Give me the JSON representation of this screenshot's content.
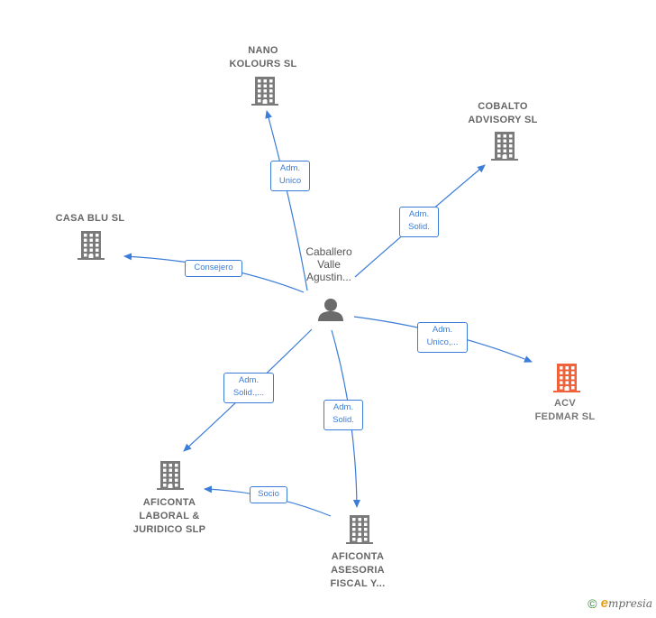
{
  "center_person": {
    "label": "Caballero\nValle\nAgustin...",
    "icon": "person-icon"
  },
  "companies": [
    {
      "id": "nano",
      "label": "NANO\nKOLOURS  SL",
      "icon": "building-icon",
      "color": "#7a7a7a"
    },
    {
      "id": "cobalto",
      "label": "COBALTO\nADVISORY  SL",
      "icon": "building-icon",
      "color": "#7a7a7a"
    },
    {
      "id": "casablu",
      "label": "CASA BLU  SL",
      "icon": "building-icon",
      "color": "#7a7a7a"
    },
    {
      "id": "acv",
      "label": "ACV\nFEDMAR  SL",
      "icon": "building-icon",
      "color": "#f0633a"
    },
    {
      "id": "aficonta_laboral",
      "label": "AFICONTA\nLABORAL &\nJURIDICO  SLP",
      "icon": "building-icon",
      "color": "#7a7a7a"
    },
    {
      "id": "aficonta_asesoria",
      "label": "AFICONTA\nASESORIA\nFISCAL Y...",
      "icon": "building-icon",
      "color": "#7a7a7a"
    }
  ],
  "relations": [
    {
      "from": "person",
      "to": "nano",
      "label": "Adm.\nUnico"
    },
    {
      "from": "person",
      "to": "cobalto",
      "label": "Adm.\nSolid."
    },
    {
      "from": "person",
      "to": "casablu",
      "label": "Consejero"
    },
    {
      "from": "person",
      "to": "acv",
      "label": "Adm.\nUnico,..."
    },
    {
      "from": "person",
      "to": "aficonta_laboral",
      "label": "Adm.\nSolid.,..."
    },
    {
      "from": "person",
      "to": "aficonta_asesoria",
      "label": "Adm.\nSolid."
    },
    {
      "from": "aficonta_asesoria",
      "to": "aficonta_laboral",
      "label": "Socio"
    }
  ],
  "colors": {
    "edge": "#3b7dd8",
    "building": "#7a7a7a",
    "highlight": "#f0633a",
    "person": "#6b6b6b"
  },
  "footer": {
    "copyright": "©",
    "brand_initial": "e",
    "brand_rest": "mpresia"
  }
}
